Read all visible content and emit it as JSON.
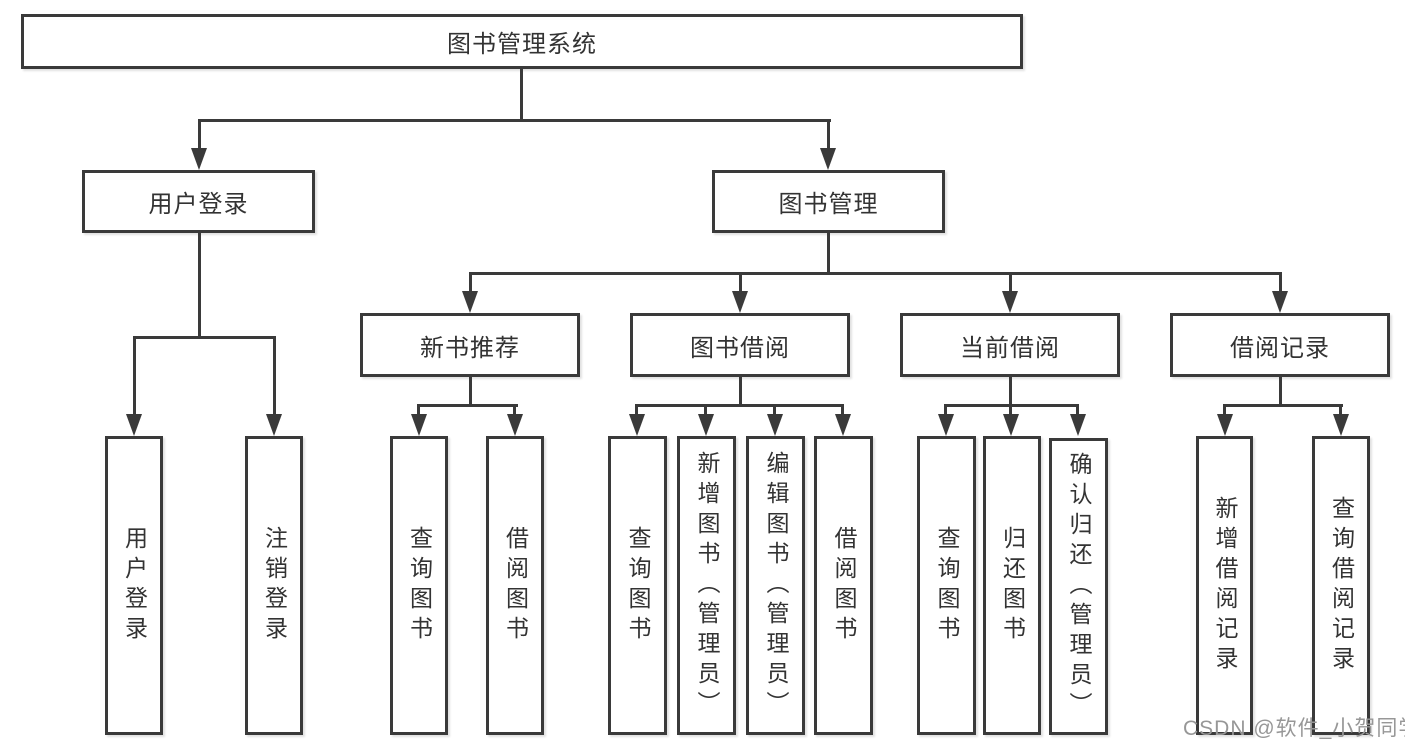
{
  "diagram_title": "图书管理系统",
  "nodes": {
    "root": "图书管理系统",
    "user_login": "用户登录",
    "book_mgmt": "图书管理",
    "new_book_rec": "新书推荐",
    "book_borrow": "图书借阅",
    "current_borrow": "当前借阅",
    "borrow_records": "借阅记录",
    "leaf_user_login": "用户登录",
    "leaf_logout": "注销登录",
    "nb_query": "查询图书",
    "nb_borrow": "借阅图书",
    "bb_query": "查询图书",
    "bb_add": "新增图书（管理员）",
    "bb_edit": "编辑图书（管理员）",
    "bb_borrow": "借阅图书",
    "cb_query": "查询图书",
    "cb_return": "归还图书",
    "cb_confirm": "确认归还（管理员）",
    "br_add": "新增借阅记录",
    "br_query": "查询借阅记录"
  },
  "structure": {
    "图书管理系统": [
      "用户登录",
      "图书管理"
    ],
    "用户登录": [
      "用户登录",
      "注销登录"
    ],
    "图书管理": [
      "新书推荐",
      "图书借阅",
      "当前借阅",
      "借阅记录"
    ],
    "新书推荐": [
      "查询图书",
      "借阅图书"
    ],
    "图书借阅": [
      "查询图书",
      "新增图书（管理员）",
      "编辑图书（管理员）",
      "借阅图书"
    ],
    "当前借阅": [
      "查询图书",
      "归还图书",
      "确认归还（管理员）"
    ],
    "借阅记录": [
      "新增借阅记录",
      "查询借阅记录"
    ]
  },
  "watermark": {
    "text": "CSDN @软件_小贺同学"
  },
  "colors": {
    "line": "#3a3a3a",
    "text": "#333333",
    "background": "#ffffff",
    "watermark": "#979797"
  }
}
